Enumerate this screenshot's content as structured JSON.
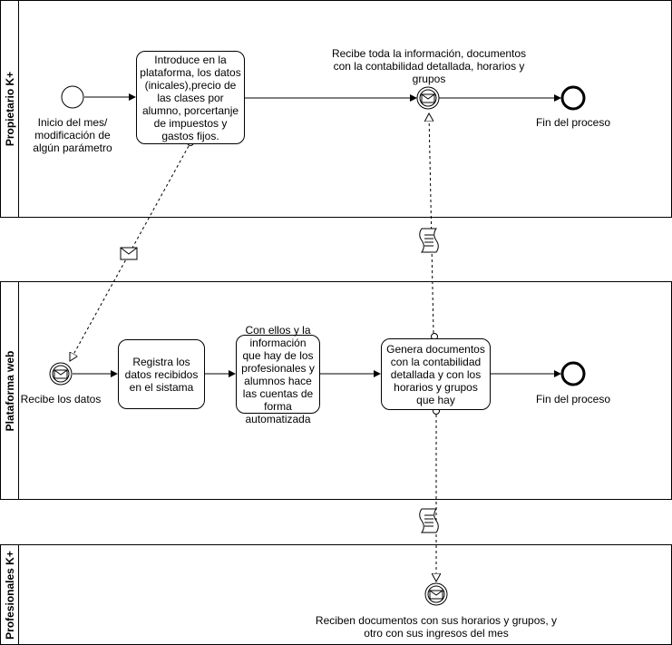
{
  "lanes": {
    "owner": "Propietario K+",
    "platform": "Plataforma web",
    "professionals": "Profesionales K+"
  },
  "owner": {
    "start_label": "Inicio del mes/ modificación de algún parámetro",
    "task_input": "Introduce en la plataforma, los datos (inicales),precio de las clases por alumno, porcertanje de impuestos y gastos fijos.",
    "receive_label": "Recibe toda la información, documentos con la contabilidad detallada, horarios  y grupos",
    "end_label": "Fin del proceso"
  },
  "platform": {
    "receive_label": "Recibe los datos",
    "task_register": "Registra los datos recibidos en el sistama",
    "task_process": "Con ellos y la información que hay de los profesionales y alumnos hace las cuentas de forma automatizada",
    "task_generate": "Genera documentos con la contabilidad detallada y con los horarios y grupos que hay",
    "end_label": "Fin del proceso"
  },
  "professionals": {
    "receive_label": "Reciben documentos con sus horarios y grupos, y otro con sus ingresos del mes"
  },
  "icons": {
    "message": "envelope-icon",
    "document": "scroll-document-icon"
  },
  "colors": {
    "stroke": "#000000",
    "background": "#ffffff"
  }
}
